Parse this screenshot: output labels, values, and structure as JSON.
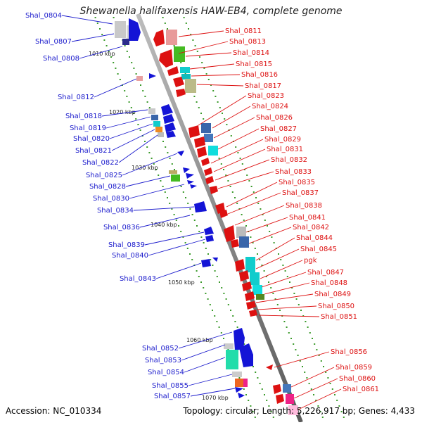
{
  "title": "Shewanella halifaxensis HAW-EB4, complete genome",
  "accession": "Accession: NC_010334",
  "topology": "Topology: circular; Length: 5,226,917 bp; Genes: 4,433",
  "colors": {
    "reverse_label": "#1a1acc",
    "forward_label": "#dd1111",
    "backbone": "#888888",
    "dots": "#3a9a2a"
  },
  "kbp_ticks": [
    "1010 kbp",
    "1020 kbp",
    "1030 kbp",
    "1040 kbp",
    "1050 kbp",
    "1060 kbp",
    "1070 kbp"
  ],
  "left_genes": [
    "Shal_0804",
    "Shal_0807",
    "Shal_0808",
    "Shal_0812",
    "Shal_0818",
    "Shal_0819",
    "Shal_0820",
    "Shal_0821",
    "Shal_0822",
    "Shal_0825",
    "Shal_0828",
    "Shal_0830",
    "Shal_0834",
    "Shal_0836",
    "Shal_0839",
    "Shal_0840",
    "Shal_0843",
    "Shal_0852",
    "Shal_0853",
    "Shal_0854",
    "Shal_0855",
    "Shal_0857"
  ],
  "right_genes": [
    "Shal_0811",
    "Shal_0813",
    "Shal_0814",
    "Shal_0815",
    "Shal_0816",
    "Shal_0817",
    "Shal_0823",
    "Shal_0824",
    "Shal_0826",
    "Shal_0827",
    "Shal_0829",
    "Shal_0831",
    "Shal_0832",
    "Shal_0833",
    "Shal_0835",
    "Shal_0837",
    "Shal_0838",
    "Shal_0841",
    "Shal_0842",
    "Shal_0844",
    "Shal_0845",
    "pgk",
    "Shal_0847",
    "Shal_0848",
    "Shal_0849",
    "Shal_0850",
    "Shal_0851",
    "Shal_0856",
    "Shal_0859",
    "Shal_0860",
    "Shal_0861"
  ]
}
